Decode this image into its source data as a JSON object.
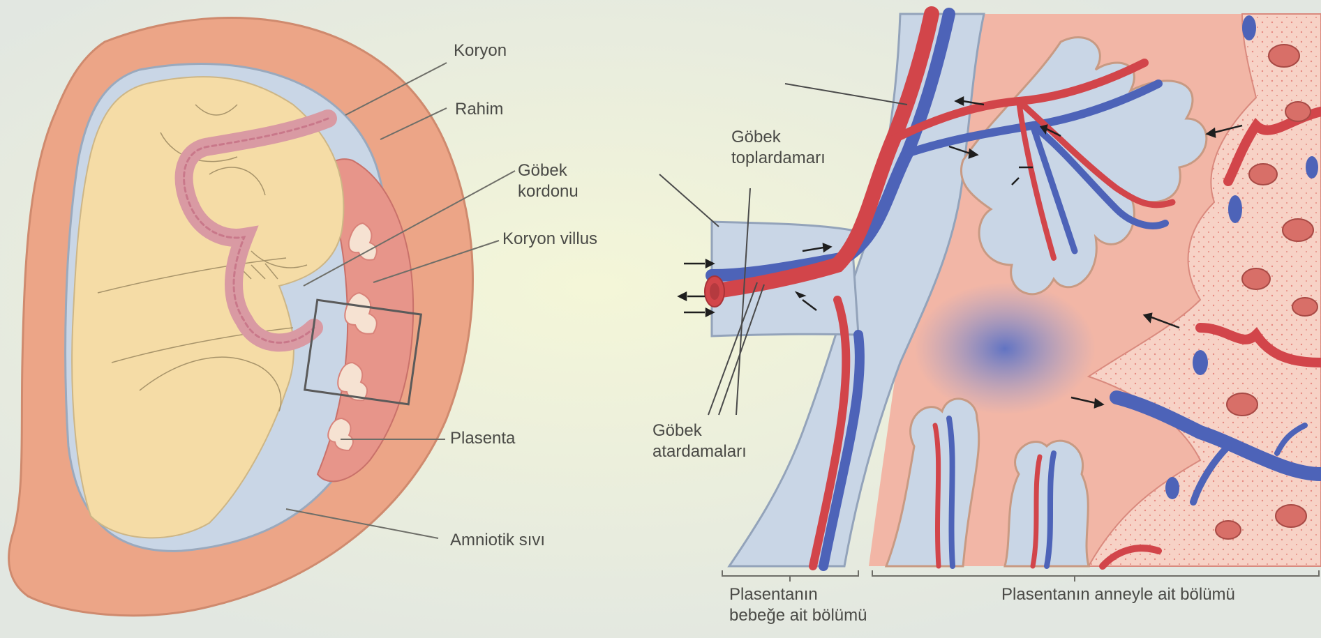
{
  "labels": {
    "chorion": "Koryon",
    "uterus": "Rahim",
    "umbilical_cord": {
      "line1": "Göbek",
      "line2": "kordonu"
    },
    "chorionic_villus": "Koryon villus",
    "placenta": "Plasenta",
    "amniotic_fluid": "Amniotik sıvı",
    "umbilical_vein": {
      "line1": "Göbek",
      "line2": "toplardamarı"
    },
    "umbilical_arteries": {
      "line1": "Göbek",
      "line2": "atardamaları"
    },
    "fetal_part": {
      "line1": "Plasentanın",
      "line2": "bebeğe ait bölümü"
    },
    "maternal_part": "Plasentanın anneyle ait bölümü"
  },
  "colors": {
    "uterus_wall": "#eca587",
    "fetus": "#f5dca6",
    "amniotic": "#c9d6e6",
    "artery_red": "#d2454a",
    "vein_blue": "#4d63b8",
    "maternal_tissue": "#f2b6a6",
    "label_text": "#4a4a46"
  }
}
